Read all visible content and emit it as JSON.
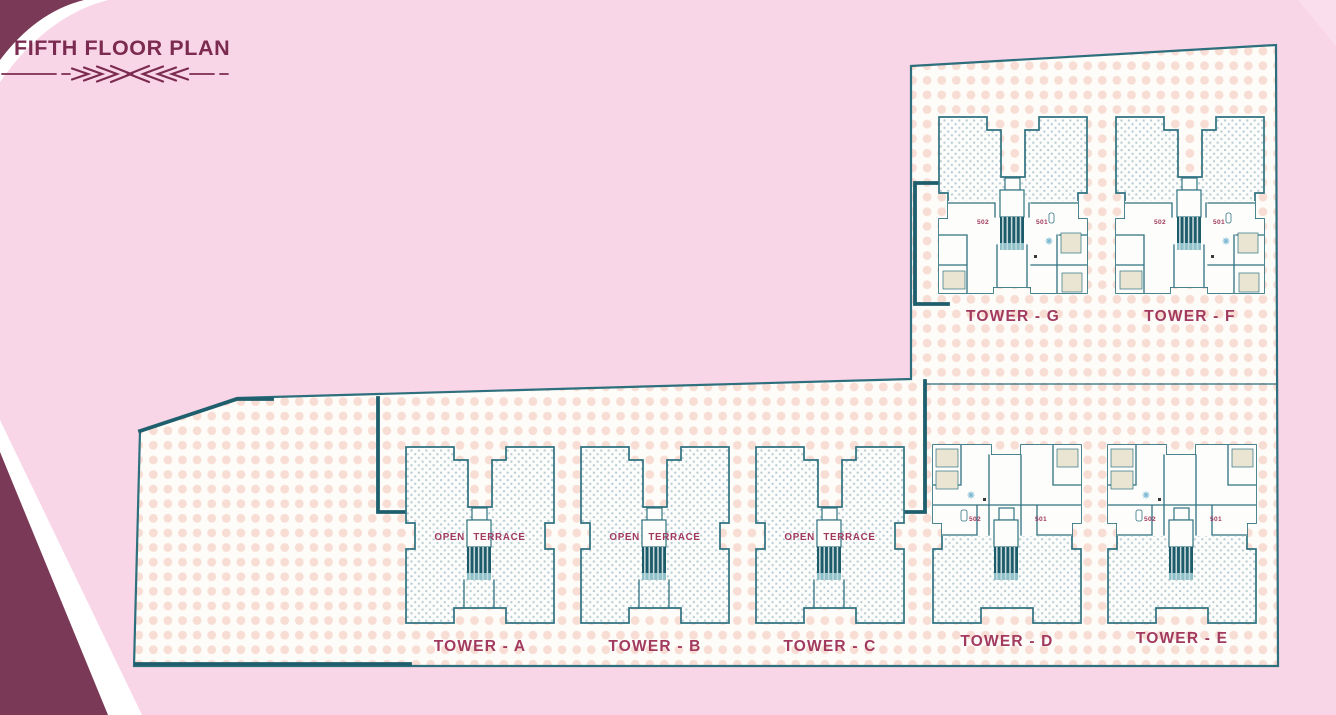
{
  "page": {
    "title": "FIFTH FLOOR PLAN"
  },
  "plan": {
    "towers": [
      {
        "id": "A",
        "label": "TOWER - A",
        "terrace_label": "OPEN TERRACE"
      },
      {
        "id": "B",
        "label": "TOWER - B",
        "terrace_label": "OPEN TERRACE"
      },
      {
        "id": "C",
        "label": "TOWER - C",
        "terrace_label": "OPEN TERRACE"
      },
      {
        "id": "D",
        "label": "TOWER - D",
        "units": [
          "502",
          "501"
        ]
      },
      {
        "id": "E",
        "label": "TOWER - E",
        "units": [
          "502",
          "501"
        ]
      },
      {
        "id": "F",
        "label": "TOWER - F",
        "units": [
          "502",
          "501"
        ]
      },
      {
        "id": "G",
        "label": "TOWER - G",
        "units": [
          "502",
          "501"
        ]
      }
    ]
  },
  "colors": {
    "background_pink": "#f9d6e7",
    "corner_maroon": "#7a3a57",
    "corner_soft_pink": "#fbdeee",
    "stripe_white": "#ffffff",
    "plan_fill": "#fdfcf8",
    "plan_border_teal": "#2e6f7d",
    "plan_border_dark": "#1f5f6d",
    "plan_dot_pink": "#f8ddd4",
    "tower_fill": "#fdfdfb",
    "tower_dot_teal": "#b7ccd4",
    "wall_teal": "#2f7280",
    "stair_dark_teal": "#1c5b69",
    "stair_light_teal": "#8fc0c7",
    "bed_beige": "#eae5d3",
    "fixture_blue": "#7ab8d4",
    "label_maroon": "#a23a60",
    "title_maroon": "#7c2b50"
  }
}
